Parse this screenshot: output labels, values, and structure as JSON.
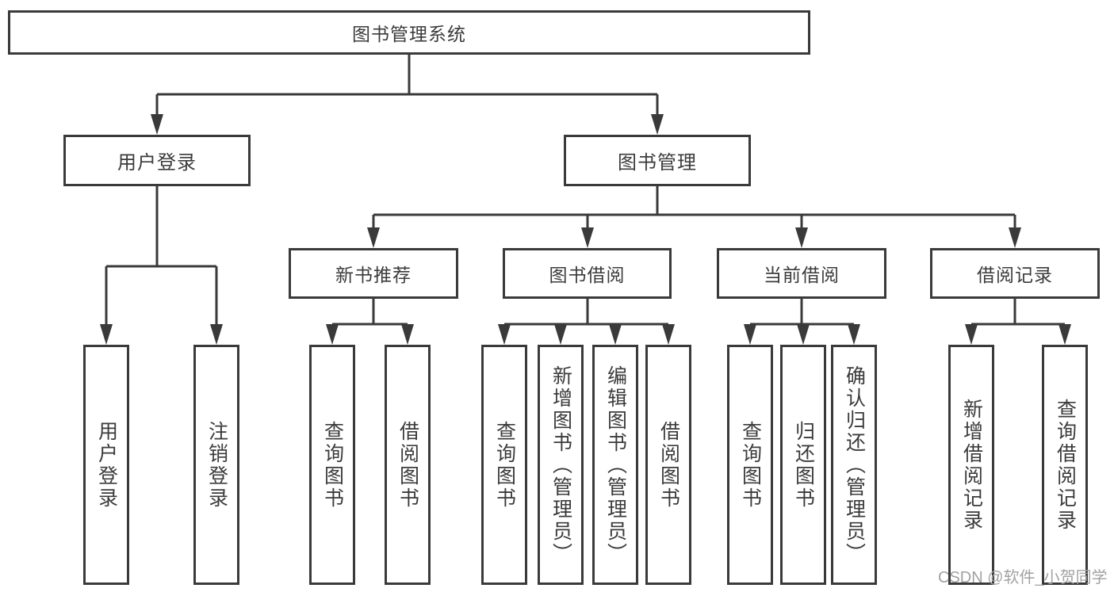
{
  "colors": {
    "line": "#3a3a3a",
    "box_border": "#3a3a3a",
    "text": "#3b3b3b",
    "watermark": "#a2a2a2",
    "background": "#ffffff"
  },
  "diagram": {
    "root": {
      "label": "图书管理系统"
    },
    "level2": [
      {
        "label": "用户登录"
      },
      {
        "label": "图书管理"
      }
    ],
    "level3": [
      {
        "label": "新书推荐"
      },
      {
        "label": "图书借阅"
      },
      {
        "label": "当前借阅"
      },
      {
        "label": "借阅记录"
      }
    ],
    "leaves": [
      {
        "label": "用户登录"
      },
      {
        "label": "注销登录"
      },
      {
        "label": "查询图书"
      },
      {
        "label": "借阅图书"
      },
      {
        "label": "查询图书"
      },
      {
        "label": "新增图书（管理员）"
      },
      {
        "label": "编辑图书（管理员）"
      },
      {
        "label": "借阅图书"
      },
      {
        "label": "查询图书"
      },
      {
        "label": "归还图书"
      },
      {
        "label": "确认归还（管理员）"
      },
      {
        "label": "新增借阅记录"
      },
      {
        "label": "查询借阅记录"
      }
    ]
  },
  "watermark": {
    "text": "CSDN @软件_小贺同学"
  }
}
